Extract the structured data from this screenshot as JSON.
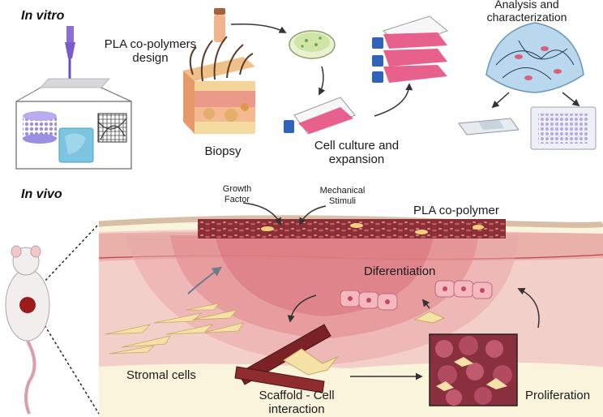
{
  "sections": {
    "in_vitro": "In vitro",
    "in_vivo": "In vivo"
  },
  "in_vitro": {
    "pla_design": [
      "PLA co-polymers",
      "design"
    ],
    "biopsy": "Biopsy",
    "cell_culture": [
      "Cell culture and",
      "expansion"
    ],
    "analysis": [
      "Analysis and",
      "characterization"
    ]
  },
  "in_vivo": {
    "growth_factor": [
      "Growth",
      "Factor"
    ],
    "mechanical_stimuli": [
      "Mechanical",
      "Stimuli"
    ],
    "pla_copolymer": "PLA co-polymer",
    "differentiation": "Diferentiation",
    "stromal_cells": "Stromal cells",
    "scaffold_cell": [
      "Scaffold - Cell",
      "interaction"
    ],
    "proliferation": "Proliferation"
  },
  "colors": {
    "skin_top": "#e8b4b0",
    "skin_mid": "#f3cfca",
    "wound": "#d9707a",
    "scaffold": "#7a2226",
    "fat": "#fbf4dc",
    "flask_pink": "#e8608c",
    "dish_blue": "#4f8fd6",
    "arrow": "#333333"
  }
}
